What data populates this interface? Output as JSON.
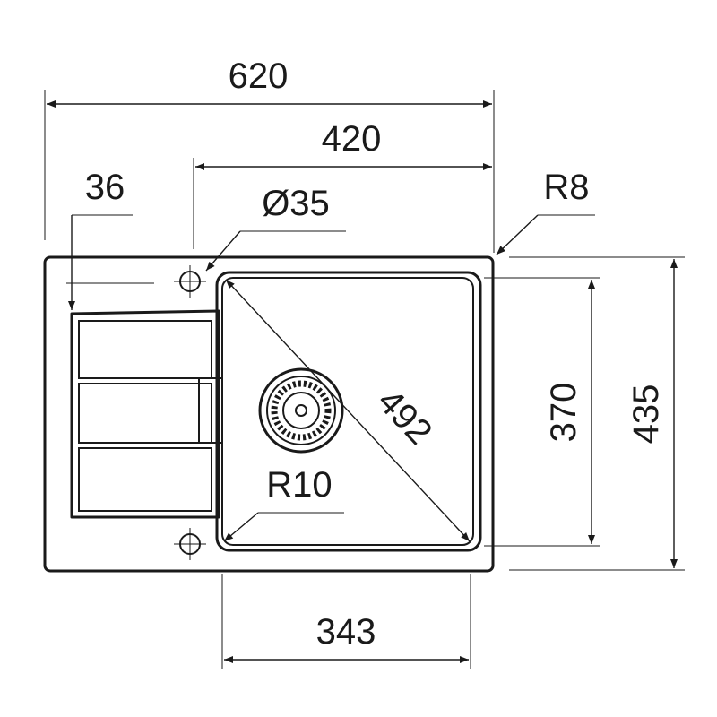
{
  "dimensions": {
    "overall_width": "620",
    "bowl_area_width": "420",
    "drainer_offset": "36",
    "tap_hole_diameter": "Ø35",
    "corner_radius_outer": "R8",
    "bowl_diagonal": "492",
    "bowl_corner_radius": "R10",
    "bowl_depth": "370",
    "overall_depth": "435",
    "bowl_width": "343"
  },
  "colors": {
    "line": "#1a1a1a",
    "background": "#ffffff"
  },
  "icons": [
    "tap-hole-crosshair-icon",
    "drain-strainer-icon"
  ]
}
